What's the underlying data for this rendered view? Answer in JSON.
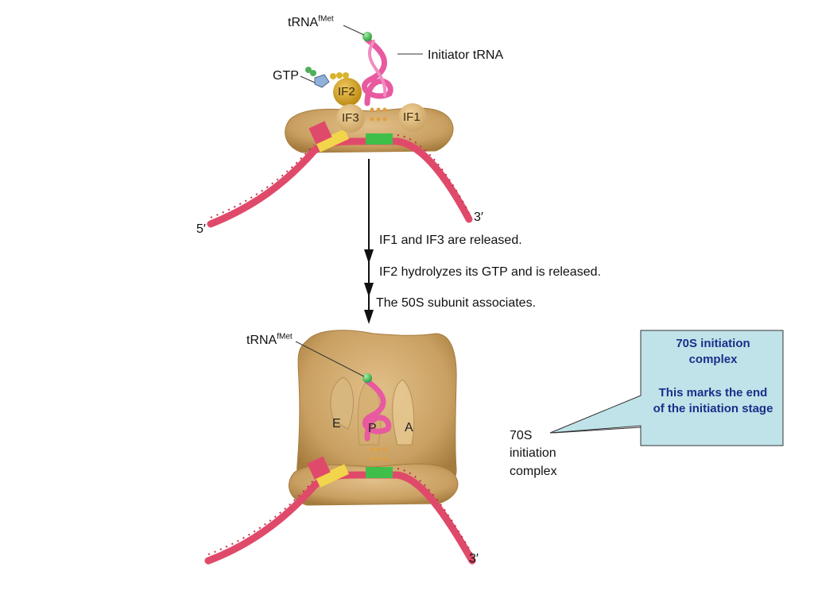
{
  "labels": {
    "trna_top_prefix": "tRNA",
    "trna_top_sup": "fMet",
    "initiator_trna": "Initiator tRNA",
    "gtp": "GTP",
    "if2": "IF2",
    "if3": "IF3",
    "if1": "IF1",
    "five_prime": "5′",
    "three_prime_top": "3′",
    "three_prime_bottom": "3′",
    "trna_bottom_prefix": "tRNA",
    "trna_bottom_sup": "fMet",
    "site_e": "E",
    "site_p": "P",
    "site_a": "A",
    "complex_label": "70S initiation complex"
  },
  "steps": [
    "IF1 and IF3 are released.",
    "IF2 hydrolyzes its GTP and is released.",
    "The 50S subunit associates."
  ],
  "callout": {
    "line1": "70S initiation",
    "line2": "complex",
    "line3": "This marks the end",
    "line4": "of the initiation stage"
  },
  "colors": {
    "ribosome": "#c9a062",
    "ribosome_dark": "#a57c3e",
    "mrna": "#e04a6a",
    "mrna_ticks": "#c8304f",
    "trna": "#e85aa0",
    "start_codon": "#3fbf4a",
    "shine_dalgarno": "#f2d54a",
    "factor_if2": "#c8961e",
    "callout_fill": "#bfe3e8",
    "callout_text": "#1a2f8a"
  }
}
